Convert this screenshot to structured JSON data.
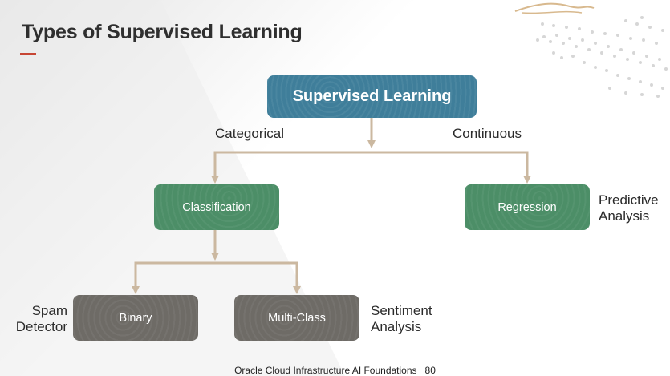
{
  "slide": {
    "title": "Types of Supervised Learning",
    "accent_color": "#c74634",
    "footer": {
      "text": "Oracle Cloud Infrastructure AI Foundations",
      "page_number": "80"
    }
  },
  "diagram": {
    "root": {
      "label": "Supervised Learning",
      "color": "#3f7e9a"
    },
    "branch_labels": {
      "left": "Categorical",
      "right": "Continuous"
    },
    "classification": {
      "label": "Classification",
      "color": "#4c8e67"
    },
    "regression": {
      "label": "Regression",
      "color": "#4c8e67",
      "note": "Predictive\nAnalysis"
    },
    "binary": {
      "label": "Binary",
      "color": "#6e6b66",
      "note": "Spam\nDetector"
    },
    "multiclass": {
      "label": "Multi-Class",
      "color": "#6e6b66",
      "note": "Sentiment\nAnalysis"
    },
    "connector_color": "#cbb8a0"
  }
}
